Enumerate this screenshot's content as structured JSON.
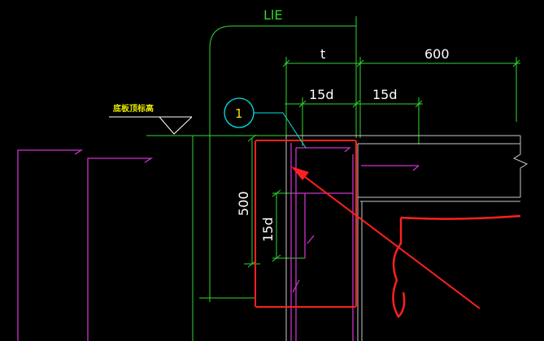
{
  "labels": {
    "anchor_length": "LlE",
    "t": "t",
    "dim_600": "600",
    "left_15d": "15d",
    "right_15d": "15d",
    "vertical_15d": "15d",
    "height_500": "500",
    "detail_marker": "1",
    "elevation_note": "底板顶标高"
  },
  "colors": {
    "background": "#000000",
    "dimension": "#2fd82f",
    "rebar": "#cc33cc",
    "structure": "#c8c8c8",
    "highlight": "#ff2020",
    "marker": "#00e5e5",
    "marker_text": "#e8e800",
    "text": "#ffffff"
  }
}
